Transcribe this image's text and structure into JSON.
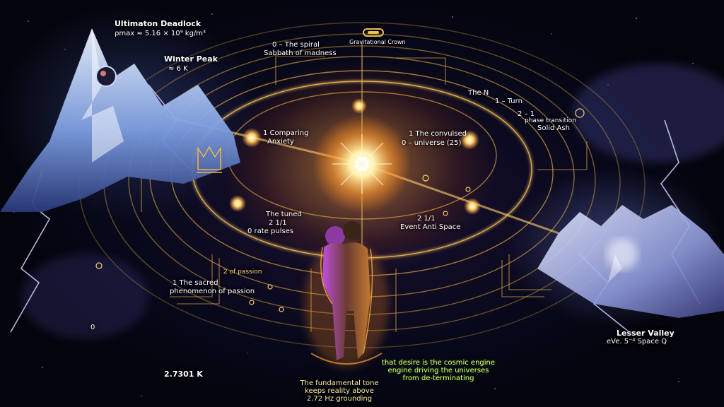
{
  "labels": {
    "ultimaton": "Ultimaton Deadlock",
    "density": "ρmax ≈ 5.16 × 10⁹ kg/m³",
    "winter_peak": "Winter Peak",
    "winter_temp": "≈ 6 K",
    "spiral_line1": "0 – The spiral",
    "spiral_line2": "Sabbath of madness",
    "top_pill": "Gravitational Crown",
    "the_n_line1": "The N",
    "the_n_line2": "1 – Turn",
    "solid_line1": "2 – 1",
    "solid_line2": "phase transition",
    "solid_line3": "Solid Ash",
    "comp_line1": "1 Comparing",
    "comp_line2": "Anxiety",
    "conv_line1": "1 The convulsed",
    "conv_line2": "0 – universe (25)",
    "tuned_line1": "The tuned",
    "tuned_line2": "2 1/1",
    "tuned_line3": "0 rate pulses",
    "event_line1": "2 1/1",
    "event_line2": "Event Anti Space",
    "arc_text": "2 of passion",
    "sacred_line1": "1 The sacred",
    "sacred_line2": "phenomenon of passion",
    "left_zero": "0",
    "temp_bottom": "2.7301 K",
    "lesser_valley": "Lesser Valley",
    "space_q": "eVe. 5⁻⁴ Space Q",
    "desire_line1": "that desire is the cosmic engine",
    "desire_line2": "engine driving the universes",
    "desire_line3": "from de-terminating",
    "fund_line1": "The fundamental tone",
    "fund_line2": "keeps reality above",
    "fund_line3": "2.72 Hz grounding"
  },
  "colors": {
    "gold": "#f5b642",
    "core": "#fff6c8",
    "ice": "#bcd6ff",
    "lightning": "#d8c8ff",
    "label_green": "#d8ff7a"
  },
  "icons": [
    "mountain-icon",
    "crystal-icon",
    "couple-silhouette-icon",
    "crown-icon",
    "lightning-icon",
    "sun-core-icon"
  ]
}
